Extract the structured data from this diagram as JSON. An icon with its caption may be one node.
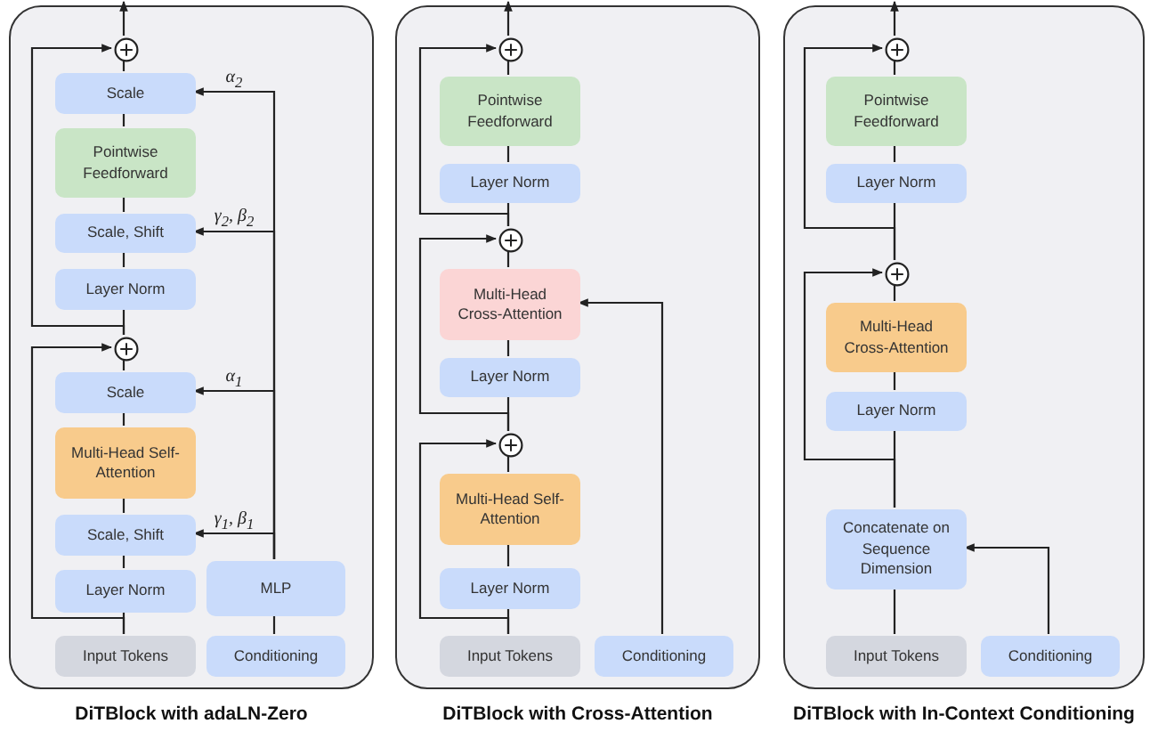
{
  "diagram": {
    "nodes": [
      {
        "text": [
          "DiTBlock with adaLN-Zero"
        ]
      },
      {
        "text": [],
        "shape": "circle",
        "in": 0
      },
      {
        "text": [
          "Scale"
        ],
        "in": 0
      },
      {
        "text": [
          "Pointwise Feedforward"
        ],
        "in": 0
      },
      {
        "text": [
          "Scale, Shift"
        ],
        "in": 0
      },
      {
        "text": [
          "Layer Norm"
        ],
        "in": 0
      },
      {
        "text": [],
        "shape": "circle",
        "in": 0
      },
      {
        "text": [
          "Scale"
        ],
        "in": 0
      },
      {
        "text": [
          "Multi-Head Self-Attention"
        ],
        "in": 0
      },
      {
        "text": [
          "Scale, Shift"
        ],
        "in": 0
      },
      {
        "text": [
          "Layer Norm"
        ],
        "in": 0
      },
      {
        "text": [
          "MLP"
        ],
        "in": 0
      },
      {
        "text": [
          "Input Tokens"
        ],
        "in": 0
      },
      {
        "text": [
          "Conditioning"
        ],
        "in": 0
      },
      {
        "text": [
          "DiTBlock with Cross-Attention"
        ]
      },
      {
        "text": [],
        "shape": "circle",
        "in": 14
      },
      {
        "text": [
          "Pointwise Feedforward"
        ],
        "in": 14
      },
      {
        "text": [
          "Layer Norm"
        ],
        "in": 14
      },
      {
        "text": [],
        "shape": "circle",
        "in": 14
      },
      {
        "text": [
          "Multi-Head Cross-Attention"
        ],
        "in": 14
      },
      {
        "text": [
          "Layer Norm"
        ],
        "in": 14
      },
      {
        "text": [],
        "shape": "circle",
        "in": 14
      },
      {
        "text": [
          "Multi-Head Self-Attention"
        ],
        "in": 14
      },
      {
        "text": [
          "Layer Norm"
        ],
        "in": 14
      },
      {
        "text": [
          "Input Tokens"
        ],
        "in": 14
      },
      {
        "text": [
          "Conditioning"
        ],
        "in": 14
      },
      {
        "text": [
          "DiTBlock with In-Context Conditioning"
        ]
      },
      {
        "text": [],
        "shape": "circle",
        "in": 26
      },
      {
        "text": [
          "Pointwise Feedforward"
        ],
        "in": 26
      },
      {
        "text": [
          "Layer Norm"
        ],
        "in": 26
      },
      {
        "text": [],
        "shape": "circle",
        "in": 26
      },
      {
        "text": [
          "Multi-Head Cross-Attention"
        ],
        "in": 26
      },
      {
        "text": [
          "Layer Norm"
        ],
        "in": 26
      },
      {
        "text": [
          "Concatenate on Sequence Dimension"
        ],
        "in": 26
      },
      {
        "text": [
          "Input Tokens"
        ],
        "in": 26
      },
      {
        "text": [
          "Conditioning"
        ],
        "in": 26
      }
    ],
    "edges": [
      {
        "from": 12,
        "to": 10,
        "arrow": "none"
      },
      {
        "from": 10,
        "to": 9,
        "arrow": "none"
      },
      {
        "from": 9,
        "to": 8,
        "arrow": "none"
      },
      {
        "from": 8,
        "to": 7,
        "arrow": "none"
      },
      {
        "from": 7,
        "to": 6,
        "arrow": "none"
      },
      {
        "from": 6,
        "to": 5,
        "arrow": "none"
      },
      {
        "from": 5,
        "to": 4,
        "arrow": "none"
      },
      {
        "from": 4,
        "to": 3,
        "arrow": "none"
      },
      {
        "from": 3,
        "to": 2,
        "arrow": "none"
      },
      {
        "from": 2,
        "to": 1,
        "arrow": "none"
      },
      {
        "from": 1,
        "to": null,
        "arrow": "to"
      },
      {
        "from": 12,
        "to": 6,
        "arrow": "to"
      },
      {
        "from": 6,
        "to": 1,
        "arrow": "to"
      },
      {
        "from": 13,
        "to": 11,
        "arrow": "none"
      },
      {
        "from": 11,
        "to": 9,
        "arrow": "to",
        "label": "γ$_{1}$, β$_{1}$"
      },
      {
        "from": 11,
        "to": 7,
        "arrow": "to",
        "label": "α$_{1}$"
      },
      {
        "from": 11,
        "to": 4,
        "arrow": "to",
        "label": "γ$_{2}$, β$_{2}$"
      },
      {
        "from": 11,
        "to": 2,
        "arrow": "to",
        "label": "α$_{2}$"
      },
      {
        "from": 24,
        "to": 23,
        "arrow": "none"
      },
      {
        "from": 23,
        "to": 22,
        "arrow": "none"
      },
      {
        "from": 22,
        "to": 21,
        "arrow": "none"
      },
      {
        "from": 21,
        "to": 20,
        "arrow": "none"
      },
      {
        "from": 20,
        "to": 19,
        "arrow": "none"
      },
      {
        "from": 19,
        "to": 18,
        "arrow": "none"
      },
      {
        "from": 18,
        "to": 17,
        "arrow": "none"
      },
      {
        "from": 17,
        "to": 16,
        "arrow": "none"
      },
      {
        "from": 16,
        "to": 15,
        "arrow": "none"
      },
      {
        "from": 15,
        "to": null,
        "arrow": "to"
      },
      {
        "from": 24,
        "to": 21,
        "arrow": "to"
      },
      {
        "from": 21,
        "to": 18,
        "arrow": "to"
      },
      {
        "from": 18,
        "to": 15,
        "arrow": "to"
      },
      {
        "from": 25,
        "to": 19,
        "arrow": "to"
      },
      {
        "from": 34,
        "to": 33,
        "arrow": "none"
      },
      {
        "from": 33,
        "to": 32,
        "arrow": "none"
      },
      {
        "from": 32,
        "to": 31,
        "arrow": "none"
      },
      {
        "from": 31,
        "to": 30,
        "arrow": "none"
      },
      {
        "from": 30,
        "to": 29,
        "arrow": "none"
      },
      {
        "from": 29,
        "to": 28,
        "arrow": "none"
      },
      {
        "from": 28,
        "to": 27,
        "arrow": "none"
      },
      {
        "from": 27,
        "to": null,
        "arrow": "to"
      },
      {
        "from": 33,
        "to": 30,
        "arrow": "to"
      },
      {
        "from": 30,
        "to": 27,
        "arrow": "to"
      },
      {
        "from": 35,
        "to": 33,
        "arrow": "to"
      }
    ]
  }
}
